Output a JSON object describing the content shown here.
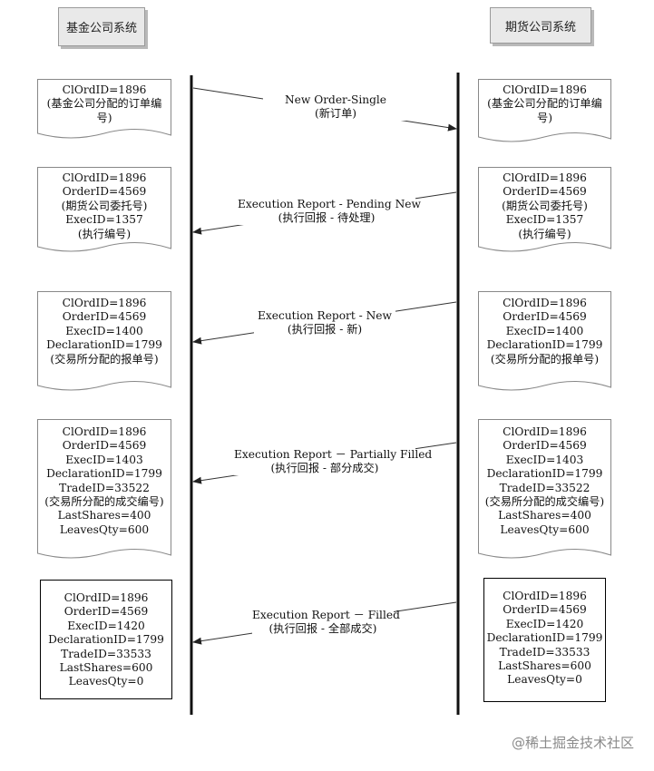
{
  "headers": {
    "left": "基金公司系统",
    "right": "期货公司系统"
  },
  "messages": [
    {
      "label": "New Order-Single",
      "sublabel": "(新订单)",
      "left": [
        "ClOrdID=1896",
        "(基金公司分配的订单编",
        "号)"
      ],
      "right": [
        "ClOrdID=1896",
        "(基金公司分配的订单编",
        "号)"
      ]
    },
    {
      "label": "Execution Report - Pending New",
      "sublabel": "(执行回报 - 待处理)",
      "left": [
        "ClOrdID=1896",
        "OrderID=4569",
        "(期货公司委托号)",
        "ExecID=1357",
        "(执行编号)"
      ],
      "right": [
        "ClOrdID=1896",
        "OrderID=4569",
        "(期货公司委托号)",
        "ExecID=1357",
        "(执行编号)"
      ]
    },
    {
      "label": "Execution Report - New",
      "sublabel": "(执行回报 - 新)",
      "left": [
        "ClOrdID=1896",
        "OrderID=4569",
        "ExecID=1400",
        "DeclarationID=1799",
        "(交易所分配的报单号)"
      ],
      "right": [
        "ClOrdID=1896",
        "OrderID=4569",
        "ExecID=1400",
        "DeclarationID=1799",
        "(交易所分配的报单号)"
      ]
    },
    {
      "label": "Execution Report － Partially Filled",
      "sublabel": "(执行回报 - 部分成交)",
      "left": [
        "ClOrdID=1896",
        "OrderID=4569",
        "ExecID=1403",
        "DeclarationID=1799",
        "TradeID=33522",
        "(交易所分配的成交编号)",
        "LastShares=400",
        "LeavesQty=600"
      ],
      "right": [
        "ClOrdID=1896",
        "OrderID=4569",
        "ExecID=1403",
        "DeclarationID=1799",
        "TradeID=33522",
        "(交易所分配的成交编号)",
        "LastShares=400",
        "LeavesQty=600"
      ]
    },
    {
      "label": "Execution Report － Filled",
      "sublabel": "(执行回报 - 全部成交)",
      "left": [
        "ClOrdID=1896",
        "OrderID=4569",
        "ExecID=1420",
        "DeclarationID=1799",
        "TradeID=33533",
        "LastShares=600",
        "LeavesQty=0"
      ],
      "right": [
        "ClOrdID=1896",
        "OrderID=4569",
        "ExecID=1420",
        "DeclarationID=1799",
        "TradeID=33533",
        "LastShares=600",
        "LeavesQty=0"
      ]
    }
  ],
  "watermark": "@稀土掘金技术社区"
}
